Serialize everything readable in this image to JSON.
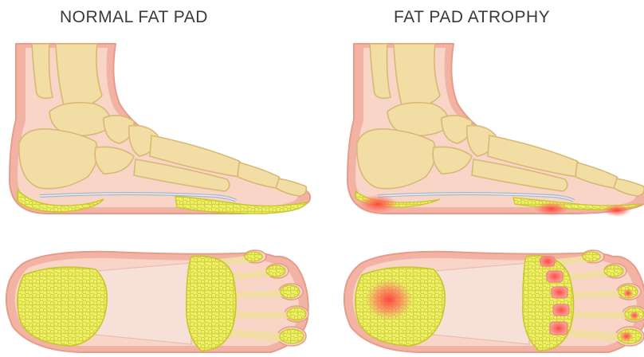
{
  "titles": {
    "normal": "NORMAL FAT PAD",
    "atrophy": "FAT PAD ATROPHY"
  },
  "colors": {
    "skin_outer": "#f3b3a4",
    "skin_inner": "#f8d6c8",
    "bone": "#f2dda5",
    "bone_stroke": "#d9b874",
    "fat": "#eef068",
    "fat_stroke": "#c7c62a",
    "fascia": "#f6e0d8",
    "pain": "#f0605a",
    "plate": "#b9c4d0"
  },
  "panels": [
    {
      "name": "normal-side-view",
      "condition": "normal"
    },
    {
      "name": "atrophy-side-view",
      "condition": "atrophy"
    },
    {
      "name": "normal-sole-view",
      "condition": "normal"
    },
    {
      "name": "atrophy-sole-view",
      "condition": "atrophy"
    }
  ]
}
